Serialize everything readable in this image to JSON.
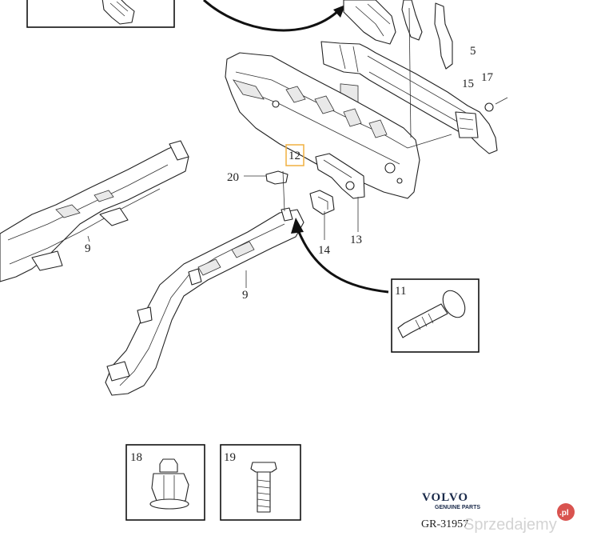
{
  "callouts": {
    "n5": "5",
    "n9a": "9",
    "n9b": "9",
    "n11": "11",
    "n12": "12",
    "n13": "13",
    "n14": "14",
    "n15": "15",
    "n17": "17",
    "n18": "18",
    "n19": "19",
    "n20": "20"
  },
  "brand": {
    "name": "VOLVO",
    "subtitle": "GENUINE PARTS"
  },
  "reference": "GR-31957",
  "watermark": {
    "text": "Sprzedajemy",
    "badge": ".pl"
  },
  "colors": {
    "line": "#222222",
    "highlight_box": "#f0b040",
    "brand": "#1a2a4a",
    "watermark_badge": "#d9534f"
  }
}
